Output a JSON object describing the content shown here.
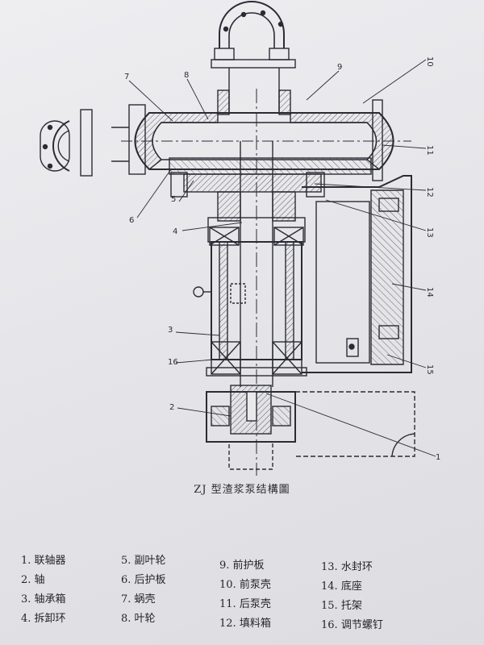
{
  "caption": "ZJ 型渣浆泵结構圖",
  "callouts": [
    "1",
    "2",
    "3",
    "4",
    "5",
    "6",
    "7",
    "8",
    "9",
    "10",
    "11",
    "12",
    "13",
    "14",
    "15",
    "16"
  ],
  "legend": [
    {
      "num": "1.",
      "name": "联轴器"
    },
    {
      "num": "2.",
      "name": "轴"
    },
    {
      "num": "3.",
      "name": "轴承箱"
    },
    {
      "num": "4.",
      "name": "拆卸环"
    },
    {
      "num": "5.",
      "name": "副叶轮"
    },
    {
      "num": "6.",
      "name": "后护板"
    },
    {
      "num": "7.",
      "name": "蜗壳"
    },
    {
      "num": "8.",
      "name": "叶轮"
    },
    {
      "num": "9.",
      "name": "前护板"
    },
    {
      "num": "10.",
      "name": "前泵壳"
    },
    {
      "num": "11.",
      "name": "后泵壳"
    },
    {
      "num": "12.",
      "name": "填料箱"
    },
    {
      "num": "13.",
      "name": "水封环"
    },
    {
      "num": "14.",
      "name": "底座"
    },
    {
      "num": "15.",
      "name": "托架"
    },
    {
      "num": "16.",
      "name": "调节螺钉"
    }
  ],
  "colors": {
    "ink": "#2b2b34",
    "paper": "#e9e9ec",
    "hatch": "#55555f"
  }
}
